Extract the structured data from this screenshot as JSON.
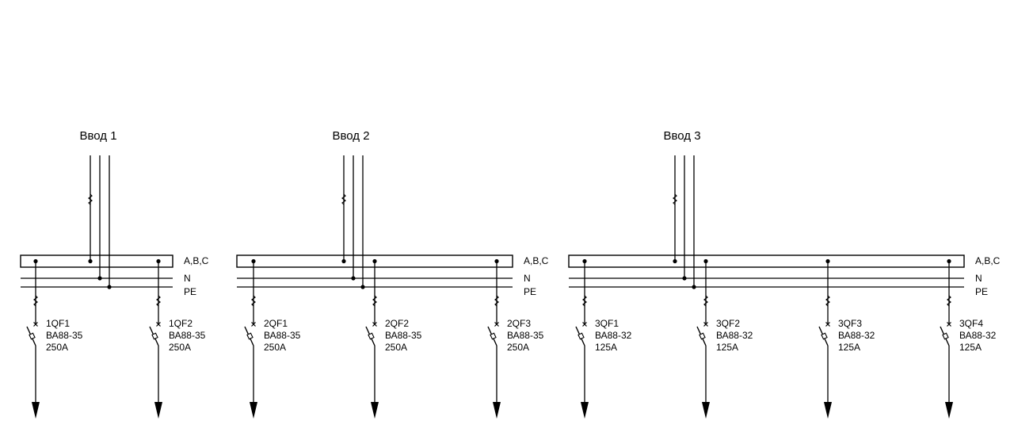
{
  "bus_labels": {
    "phases": "A,B,C",
    "neutral": "N",
    "protective": "PE"
  },
  "sections": [
    {
      "title": "Ввод 1",
      "feeders": [
        {
          "id": "1QF1",
          "model": "ВА88-35",
          "rating": "250A"
        },
        {
          "id": "1QF2",
          "model": "ВА88-35",
          "rating": "250A"
        }
      ]
    },
    {
      "title": "Ввод 2",
      "feeders": [
        {
          "id": "2QF1",
          "model": "ВА88-35",
          "rating": "250A"
        },
        {
          "id": "2QF2",
          "model": "ВА88-35",
          "rating": "250A"
        },
        {
          "id": "2QF3",
          "model": "ВА88-35",
          "rating": "250A"
        }
      ]
    },
    {
      "title": "Ввод 3",
      "feeders": [
        {
          "id": "3QF1",
          "model": "ВА88-32",
          "rating": "125A"
        },
        {
          "id": "3QF2",
          "model": "ВА88-32",
          "rating": "125A"
        },
        {
          "id": "3QF3",
          "model": "ВА88-32",
          "rating": "125A"
        },
        {
          "id": "3QF4",
          "model": "ВА88-32",
          "rating": "125A"
        }
      ]
    }
  ]
}
